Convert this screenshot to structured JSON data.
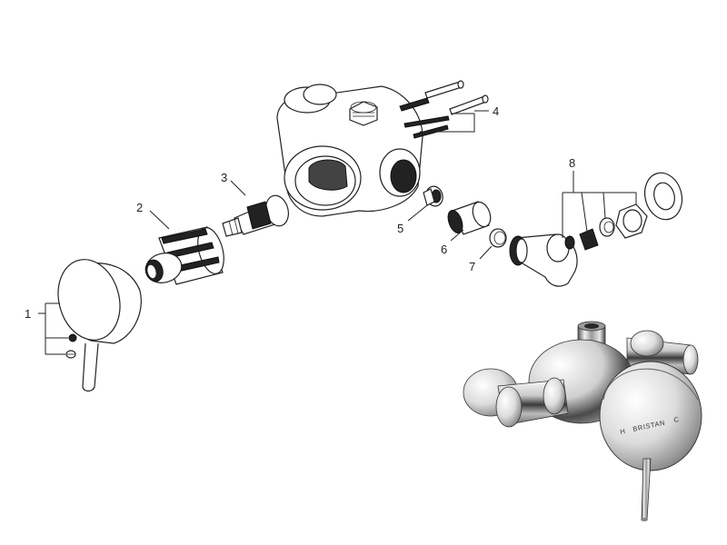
{
  "callouts": {
    "c1": "1",
    "c2": "2",
    "c3": "3",
    "c4": "4",
    "c5": "5",
    "c6": "6",
    "c7": "7",
    "c8": "8"
  },
  "product": {
    "brand": "BRISTAN",
    "hot_mark": "H",
    "cold_mark": "C"
  },
  "colors": {
    "line": "#222222",
    "chrome_light": "#f4f4f4",
    "chrome_dark": "#2b2b2b"
  }
}
